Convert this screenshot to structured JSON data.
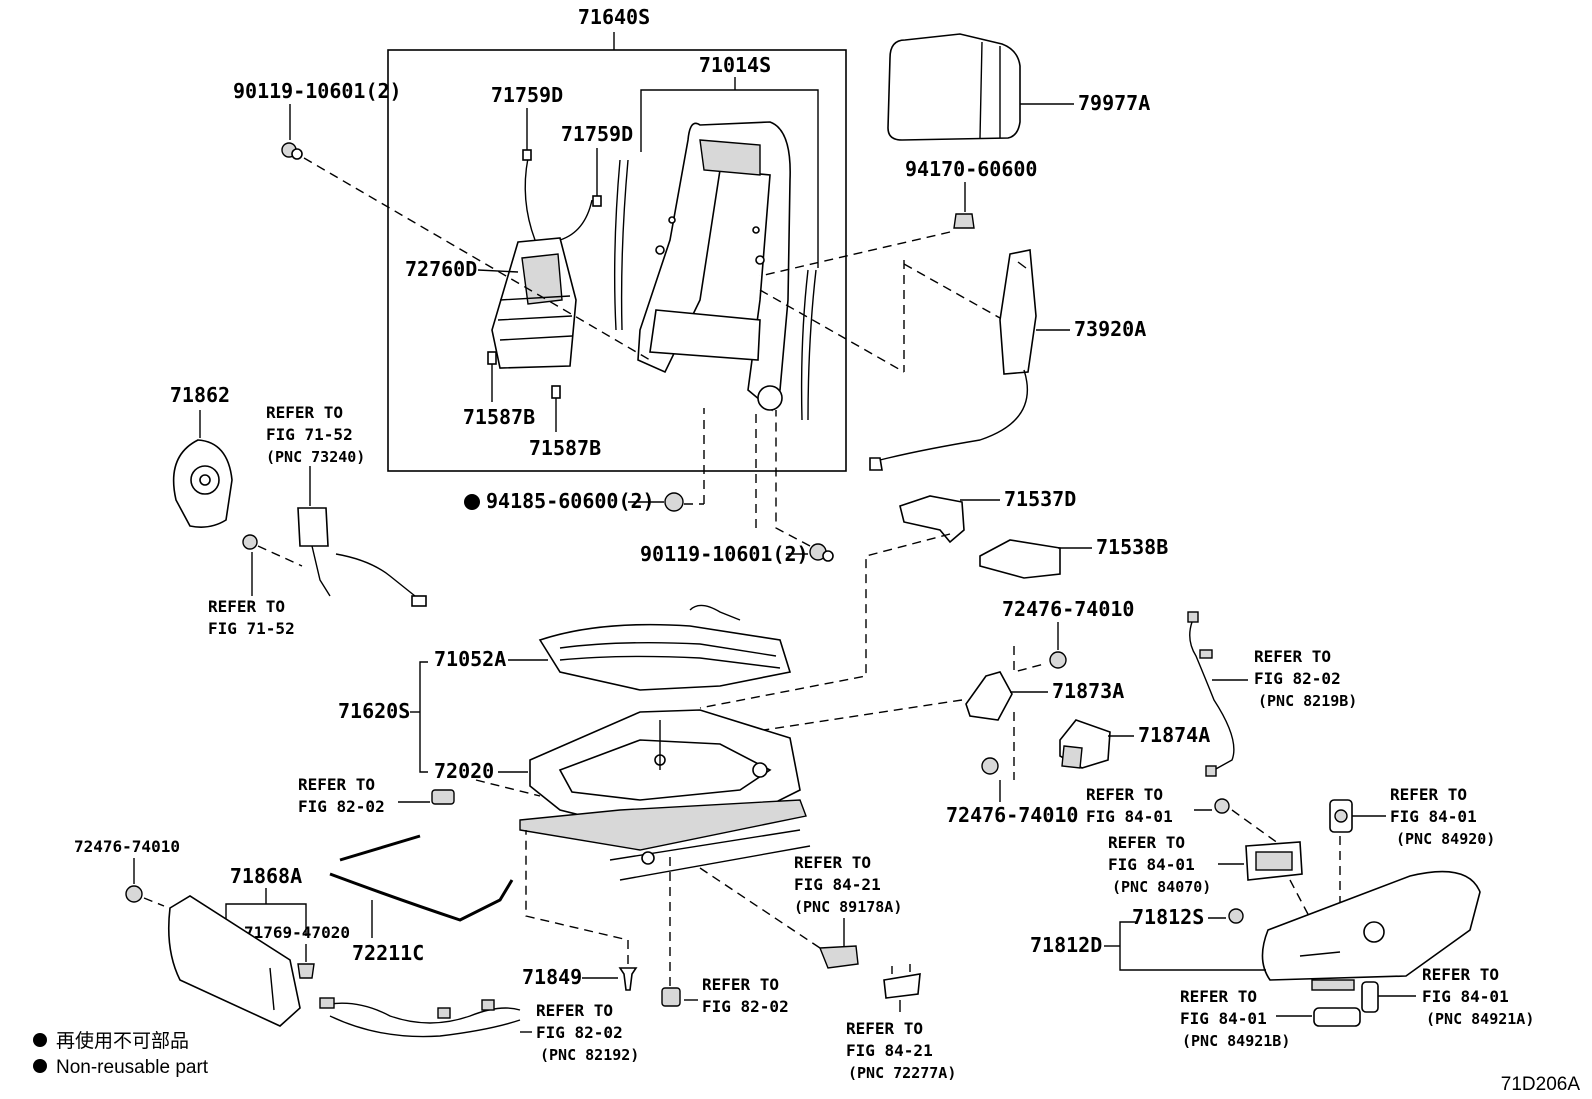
{
  "diagram_code": "71D206A",
  "legend": {
    "jp": "再使用不可部品",
    "en": "Non-reusable part"
  },
  "labels": {
    "p71640S": "71640S",
    "p71014S": "71014S",
    "p71759D_a": "71759D",
    "p71759D_b": "71759D",
    "p72760D": "72760D",
    "p71587B_a": "71587B",
    "p71587B_b": "71587B",
    "p79977A": "79977A",
    "p94170": "94170-60600",
    "p73920A": "73920A",
    "p90119_top": "90119-10601(2)",
    "p90119_bot": "90119-10601(2)",
    "p94185": "94185-60600(2)",
    "p71862": "71862",
    "p71537D": "71537D",
    "p71538B": "71538B",
    "p72476_top": "72476-74010",
    "p72476_mid": "72476-74010",
    "p72476_left": "72476-74010",
    "p71052A": "71052A",
    "p71620S": "71620S",
    "p72020": "72020",
    "p71873A": "71873A",
    "p71874A": "71874A",
    "p71868A": "71868A",
    "p71769": "71769-47020",
    "p72211C": "72211C",
    "p71849": "71849",
    "p71812S": "71812S",
    "p71812D": "71812D"
  },
  "refs": {
    "r1": [
      "REFER TO",
      "FIG 71-52",
      "(PNC 73240)"
    ],
    "r2": [
      "REFER TO",
      "FIG 71-52"
    ],
    "r3": [
      "REFER TO",
      "FIG 82-02"
    ],
    "r4": [
      "REFER TO",
      "FIG 82-02",
      "(PNC 8219B)"
    ],
    "r5": [
      "REFER TO",
      "FIG 84-01"
    ],
    "r6": [
      "REFER TO",
      "FIG 84-01",
      "(PNC 84920)"
    ],
    "r7": [
      "REFER TO",
      "FIG 84-01",
      "(PNC 84070)"
    ],
    "r8": [
      "REFER TO",
      "FIG 84-21",
      "(PNC 89178A)"
    ],
    "r9": [
      "REFER TO",
      "FIG 82-02"
    ],
    "r10": [
      "REFER TO",
      "FIG 82-02",
      "(PNC 82192)"
    ],
    "r11": [
      "REFER TO",
      "FIG 84-21",
      "(PNC 72277A)"
    ],
    "r12": [
      "REFER TO",
      "FIG 84-01",
      "(PNC 84921B)"
    ],
    "r13": [
      "REFER TO",
      "FIG 84-01",
      "(PNC 84921A)"
    ]
  }
}
